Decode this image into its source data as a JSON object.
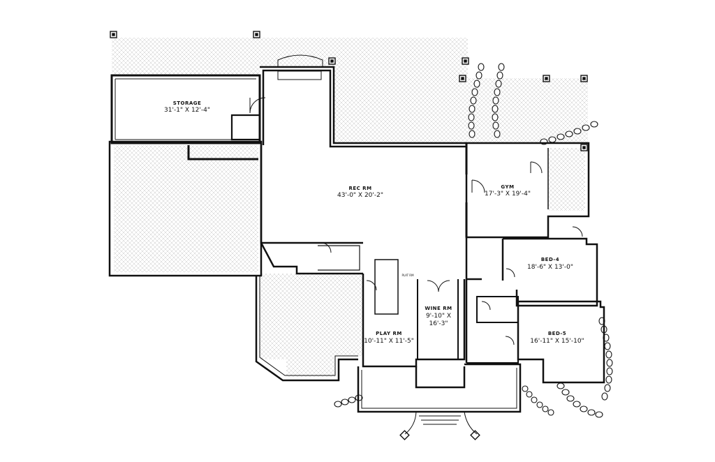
{
  "colors": {
    "wall": "#111111",
    "hatch": "#bdbdbd",
    "background": "#ffffff"
  },
  "rooms": [
    {
      "id": "storage",
      "name": "STORAGE",
      "dims": "31'-1\" X 12'-4\""
    },
    {
      "id": "rec",
      "name": "REC RM",
      "dims": "43'-0\" X 20'-2\""
    },
    {
      "id": "gym",
      "name": "GYM",
      "dims": "17'-3\" X 19'-4\""
    },
    {
      "id": "bed4",
      "name": "BED-4",
      "dims": "18'-6\" X 13'-0\""
    },
    {
      "id": "wine",
      "name": "WINE RM",
      "dims_line1": "9'-10\" X",
      "dims_line2": "16'-3\""
    },
    {
      "id": "play",
      "name": "PLAY RM",
      "dims": "10'-11\" X 11'-5\""
    },
    {
      "id": "bed5",
      "name": "BED-5",
      "dims": "16'-11\" X 15'-10\""
    }
  ],
  "stair_note": "PLAT RM"
}
